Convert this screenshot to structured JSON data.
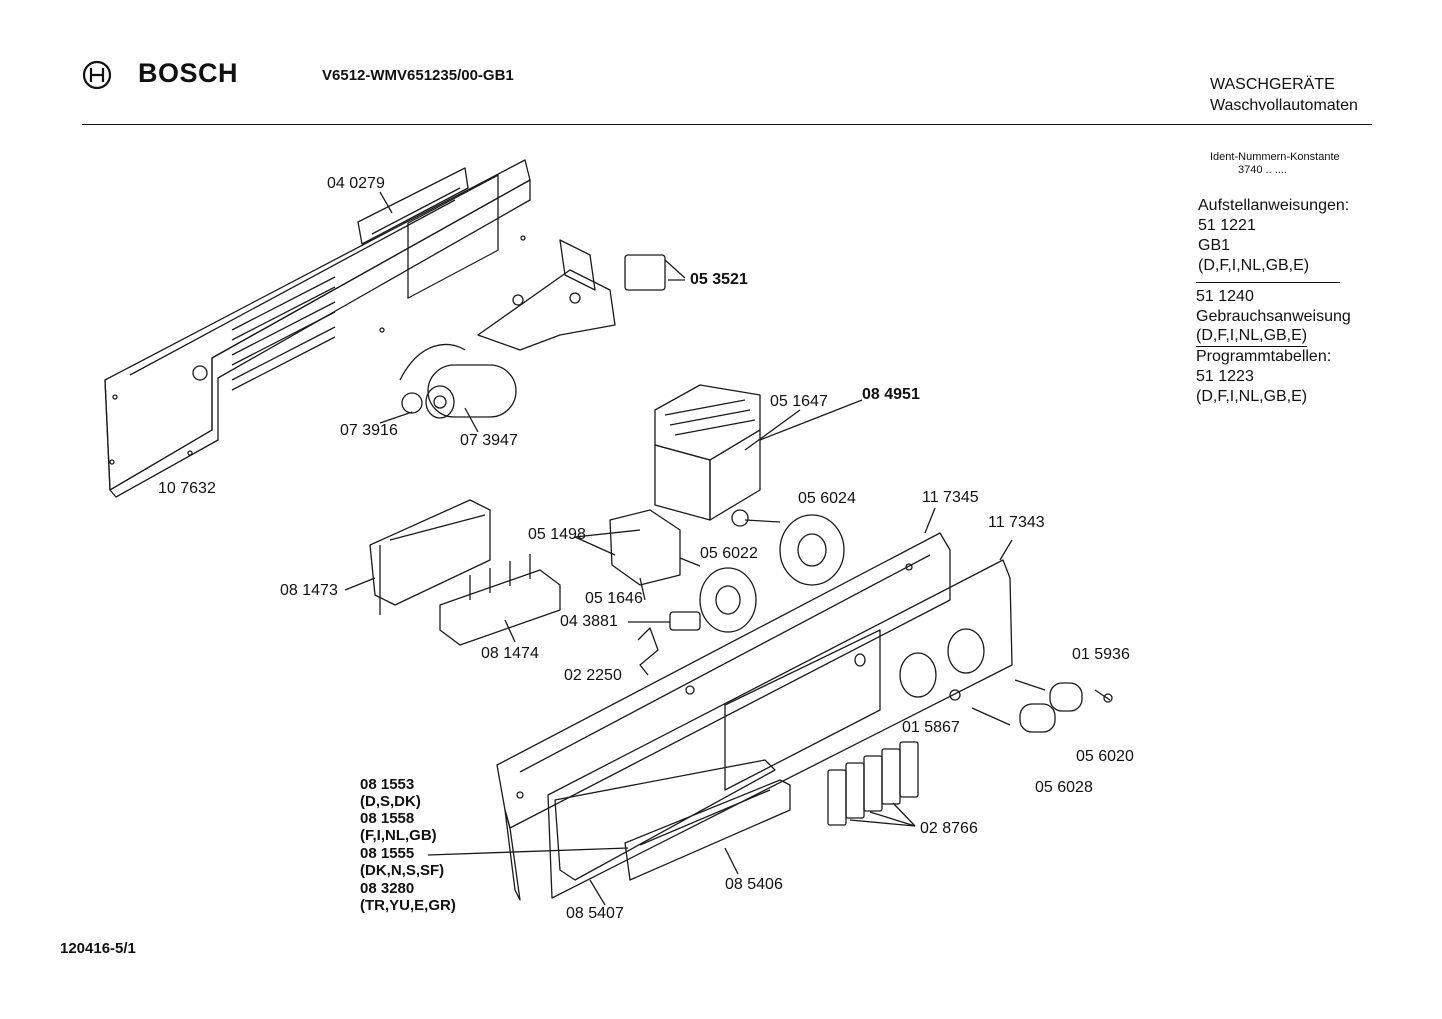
{
  "header": {
    "brand": "BOSCH",
    "model": "V6512-WMV651235/00-GB1",
    "category": "WASCHGERÄTE",
    "subcategory": "Waschvollautomaten"
  },
  "sidebar": {
    "ident_title": "Ident-Nummern-Konstante",
    "ident_value": "3740  ..  ....",
    "install_title": "Aufstellanweisungen:",
    "install_number": "51 1221",
    "install_variant": "GB1",
    "install_countries": "(D,F,I,NL,GB,E)",
    "manual_number": "51 1240",
    "manual_title": "Gebrauchsanweisung",
    "manual_countries": "(D,F,I,NL,GB,E)",
    "program_title": "Programmtabellen:",
    "program_number": "51 1223",
    "program_countries": "(D,F,I,NL,GB,E)"
  },
  "parts": {
    "p040279": "04 0279",
    "p053521": "05 3521",
    "p073916": "07 3916",
    "p073947": "07 3947",
    "p107632": "10 7632",
    "p051647": "05 1647",
    "p084951": "08 4951",
    "p056024": "05 6024",
    "p117345": "11 7345",
    "p117343": "11 7343",
    "p051498": "05 1498",
    "p056022": "05 6022",
    "p081473": "08 1473",
    "p051646": "05 1646",
    "p043881": "04 3881",
    "p081474": "08 1474",
    "p022250": "02 2250",
    "p015936": "01 5936",
    "p015867": "01 5867",
    "p056020": "05 6020",
    "p056028": "05 6028",
    "p028766": "02 8766",
    "p085406": "08 5406",
    "p085407": "08 5407"
  },
  "variants": [
    {
      "part": "08 1553",
      "countries": "(D,S,DK)"
    },
    {
      "part": "08 1558",
      "countries": "(F,I,NL,GB)"
    },
    {
      "part": "08 1555",
      "countries": "(DK,N,S,SF)"
    },
    {
      "part": "08 3280",
      "countries": "(TR,YU,E,GR)"
    }
  ],
  "footer": {
    "drawing_number": "120416-5/1"
  }
}
